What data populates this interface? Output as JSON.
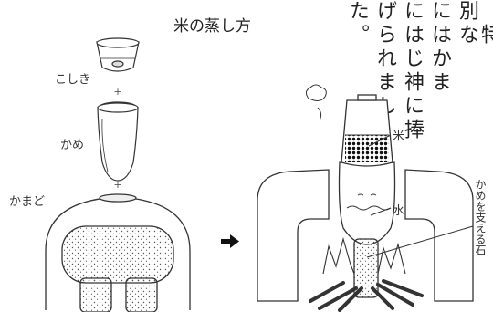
{
  "title": "米の蒸し方",
  "parts": {
    "koshiki": "こしき",
    "kame": "かめ",
    "kamado": "かまど"
  },
  "plus_signs": [
    "+",
    "+"
  ],
  "arrow": "➡",
  "labels": {
    "rice": "米",
    "water": "水",
    "stone": "かめを支える石"
  },
  "vertical_text": [
    "。特",
    "別な",
    "にはかま",
    "にはじ神に捧",
    "げられまし",
    "た。"
  ]
}
